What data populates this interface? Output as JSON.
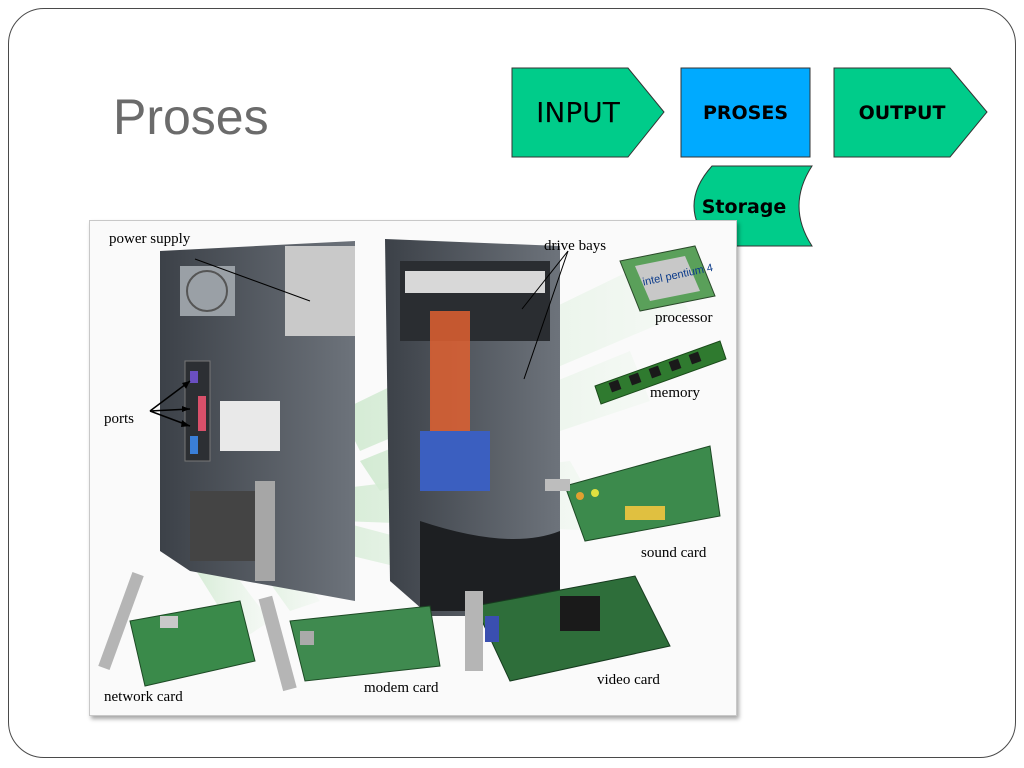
{
  "slide": {
    "title": "Proses",
    "flow": {
      "input": "INPUT",
      "process": "PROSES",
      "output": "OUTPUT",
      "storage": "Storage"
    },
    "colors": {
      "green": "#00cc8a",
      "blue": "#00aaff",
      "title": "#6b6b6b"
    },
    "image_labels": {
      "power_supply": "power supply",
      "drive_bays": "drive bays",
      "processor": "processor",
      "processor_chip_text": "intel pentium 4",
      "memory": "memory",
      "ports": "ports",
      "sound_card": "sound card",
      "video_card": "video card",
      "modem_card": "modem card",
      "network_card": "network card"
    }
  }
}
